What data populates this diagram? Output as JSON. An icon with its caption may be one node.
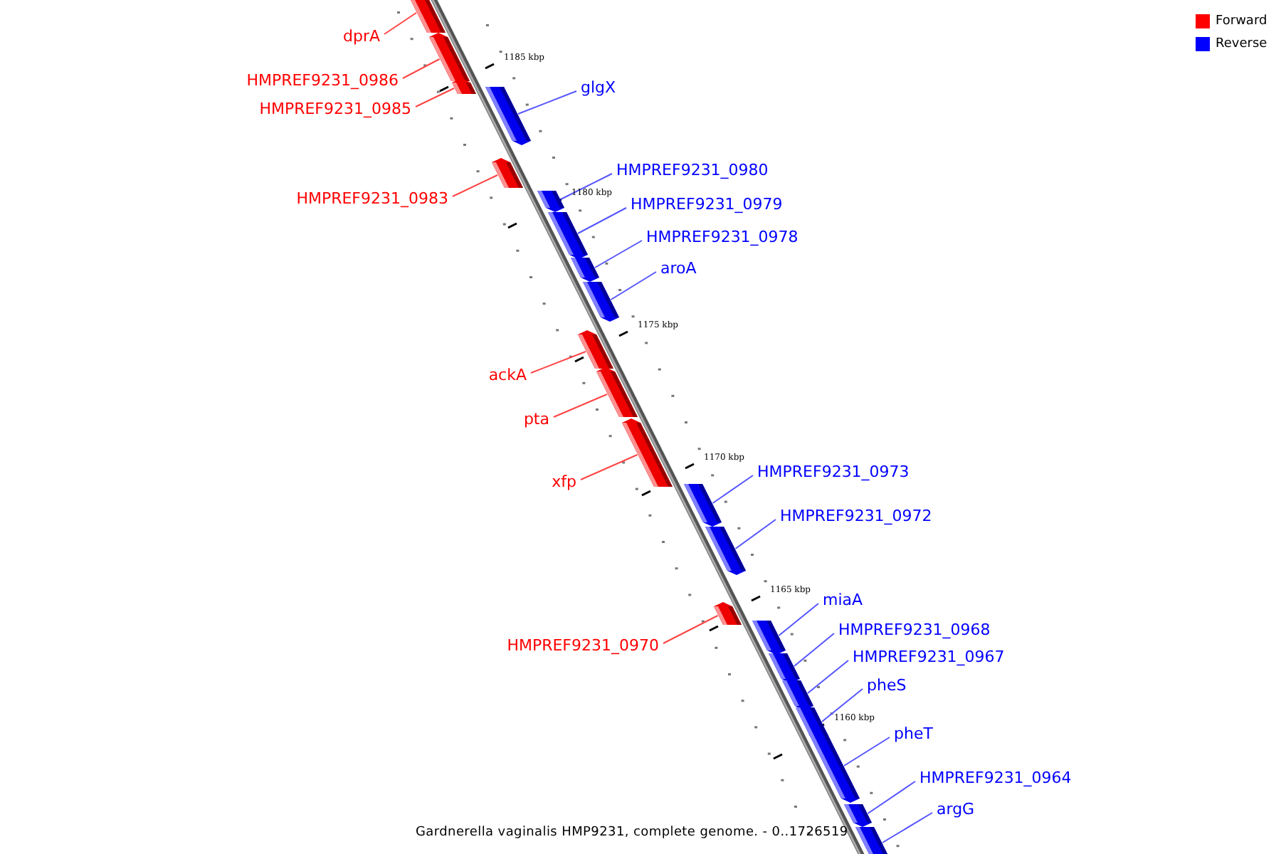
{
  "diagram": {
    "caption": "Gardnerella vaginalis HMP9231, complete genome. - 0..1726519",
    "nodes": [
      {
        "text": [
          "dprA"
        ]
      },
      {
        "text": [],
        "shape": "bar"
      },
      {
        "text": [
          "HMPREF9231_0986"
        ]
      },
      {
        "text": [],
        "shape": "bar"
      },
      {
        "text": [
          "HMPREF9231_0985"
        ]
      },
      {
        "text": [],
        "shape": "bar"
      },
      {
        "text": [
          "glgX"
        ]
      },
      {
        "text": [],
        "shape": "bar"
      },
      {
        "text": [
          "HMPREF9231_0983"
        ]
      },
      {
        "text": [],
        "shape": "bar"
      },
      {
        "text": [
          "HMPREF9231_0980"
        ]
      },
      {
        "text": [],
        "shape": "bar"
      },
      {
        "text": [
          "HMPREF9231_0979"
        ]
      },
      {
        "text": [],
        "shape": "bar"
      },
      {
        "text": [
          "HMPREF9231_0978"
        ]
      },
      {
        "text": [],
        "shape": "bar"
      },
      {
        "text": [
          "aroA"
        ]
      },
      {
        "text": [],
        "shape": "bar"
      },
      {
        "text": [
          "ackA"
        ]
      },
      {
        "text": [],
        "shape": "bar"
      },
      {
        "text": [
          "pta"
        ]
      },
      {
        "text": [],
        "shape": "bar"
      },
      {
        "text": [
          "xfp"
        ]
      },
      {
        "text": [],
        "shape": "bar"
      },
      {
        "text": [
          "HMPREF9231_0973"
        ]
      },
      {
        "text": [],
        "shape": "bar"
      },
      {
        "text": [
          "HMPREF9231_0972"
        ]
      },
      {
        "text": [],
        "shape": "bar"
      },
      {
        "text": [
          "HMPREF9231_0970"
        ]
      },
      {
        "text": [],
        "shape": "bar"
      },
      {
        "text": [
          "miaA"
        ]
      },
      {
        "text": [],
        "shape": "bar"
      },
      {
        "text": [
          "HMPREF9231_0968"
        ]
      },
      {
        "text": [],
        "shape": "bar"
      },
      {
        "text": [
          "HMPREF9231_0967"
        ]
      },
      {
        "text": [],
        "shape": "bar"
      },
      {
        "text": [
          "pheS"
        ]
      },
      {
        "text": [],
        "shape": "bar"
      },
      {
        "text": [
          "pheT"
        ]
      },
      {
        "text": [],
        "shape": "bar"
      },
      {
        "text": [
          "HMPREF9231_0964"
        ]
      },
      {
        "text": [],
        "shape": "bar"
      },
      {
        "text": [
          "argG"
        ]
      },
      {
        "text": [],
        "shape": "bar"
      }
    ],
    "edges": [
      {
        "from": 0,
        "to": 1,
        "arrow": "none",
        "color": "#ff4444"
      },
      {
        "from": 2,
        "to": 3,
        "arrow": "none",
        "color": "#ff4444"
      },
      {
        "from": 4,
        "to": 5,
        "arrow": "none",
        "color": "#ff4444"
      },
      {
        "from": 6,
        "to": 7,
        "arrow": "none"
      },
      {
        "from": 8,
        "to": 9,
        "arrow": "none",
        "color": "#ff4444"
      },
      {
        "from": 10,
        "to": 11,
        "arrow": "none"
      },
      {
        "from": 12,
        "to": 13,
        "arrow": "none"
      },
      {
        "from": 14,
        "to": 15,
        "arrow": "none"
      },
      {
        "from": 16,
        "to": 17,
        "arrow": "none"
      },
      {
        "from": 18,
        "to": 19,
        "arrow": "none",
        "color": "#ff4444"
      },
      {
        "from": 20,
        "to": 21,
        "arrow": "none",
        "color": "#ff4444"
      },
      {
        "from": 22,
        "to": 23,
        "arrow": "none",
        "color": "#ff4444"
      },
      {
        "from": 24,
        "to": 25,
        "arrow": "none"
      },
      {
        "from": 26,
        "to": 27,
        "arrow": "none"
      },
      {
        "from": 28,
        "to": 29,
        "arrow": "none",
        "color": "#ff4444"
      },
      {
        "from": 30,
        "to": 31,
        "arrow": "none"
      },
      {
        "from": 32,
        "to": 33,
        "arrow": "none"
      },
      {
        "from": 34,
        "to": 35,
        "arrow": "none"
      },
      {
        "from": 36,
        "to": 37,
        "arrow": "none"
      },
      {
        "from": 38,
        "to": 39,
        "arrow": "none"
      },
      {
        "from": 40,
        "to": 41,
        "arrow": "none"
      },
      {
        "from": 42,
        "to": 43,
        "arrow": "none"
      }
    ],
    "labels": [
      "1185 kbp",
      "1180 kbp",
      "1175 kbp",
      "1170 kbp",
      "1165 kbp",
      "1160 kbp"
    ],
    "legend": [
      {
        "text": "Forward",
        "color": "#ff0000"
      },
      {
        "text": "Reverse",
        "color": "#0000ff"
      }
    ]
  }
}
